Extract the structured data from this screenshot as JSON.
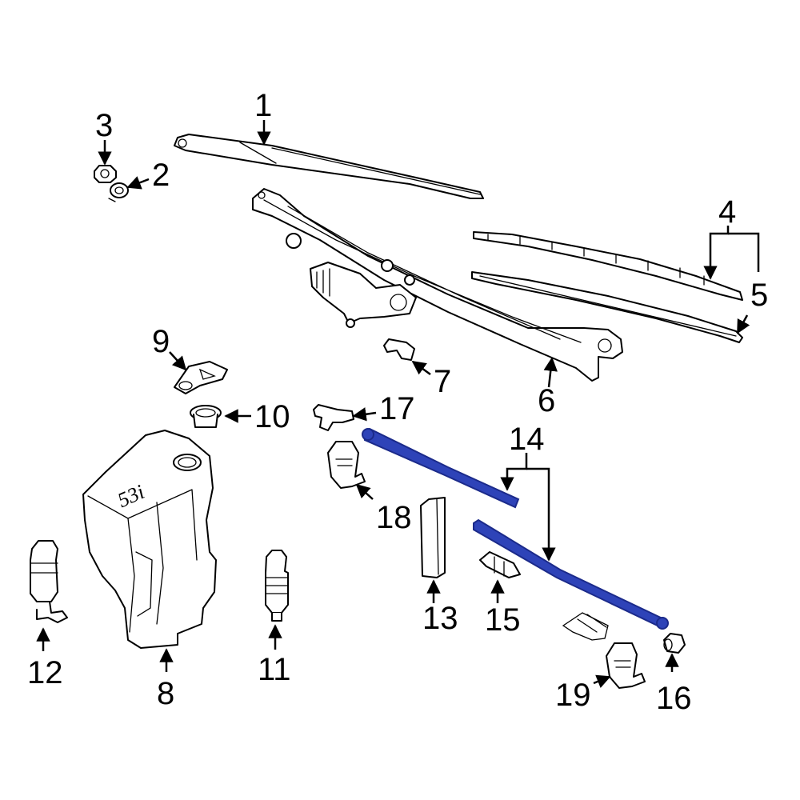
{
  "callouts": [
    {
      "id": "1",
      "label": "1"
    },
    {
      "id": "2",
      "label": "2"
    },
    {
      "id": "3",
      "label": "3"
    },
    {
      "id": "4",
      "label": "4"
    },
    {
      "id": "5",
      "label": "5"
    },
    {
      "id": "6",
      "label": "6"
    },
    {
      "id": "7",
      "label": "7"
    },
    {
      "id": "8",
      "label": "8"
    },
    {
      "id": "9",
      "label": "9"
    },
    {
      "id": "10",
      "label": "10"
    },
    {
      "id": "11",
      "label": "11"
    },
    {
      "id": "12",
      "label": "12"
    },
    {
      "id": "13",
      "label": "13"
    },
    {
      "id": "14",
      "label": "14"
    },
    {
      "id": "15",
      "label": "15"
    },
    {
      "id": "16",
      "label": "16"
    },
    {
      "id": "17",
      "label": "17"
    },
    {
      "id": "18",
      "label": "18"
    },
    {
      "id": "19",
      "label": "19"
    }
  ],
  "reservoir_marking": "53i",
  "colors": {
    "highlight": "#2e43b8",
    "line": "#000000",
    "background": "#ffffff"
  }
}
